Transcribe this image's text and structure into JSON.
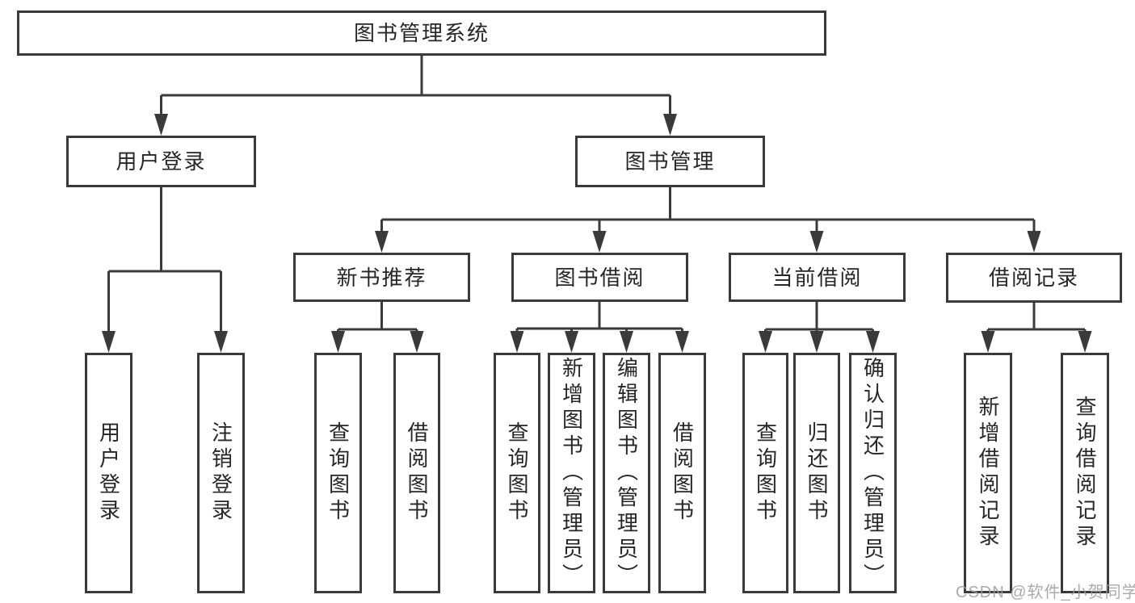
{
  "diagram": {
    "title": "图书管理系统",
    "watermark": "CSDN @软件_小贺同学"
  },
  "root": {
    "label": "图书管理系统"
  },
  "level2": {
    "user_login": {
      "label": "用户登录"
    },
    "book_mgmt": {
      "label": "图书管理"
    }
  },
  "user_login_children": {
    "login": {
      "label": "用户登录"
    },
    "logout": {
      "label": "注销登录"
    }
  },
  "book_mgmt_children": {
    "new_book_rec": {
      "label": "新书推荐"
    },
    "book_borrow": {
      "label": "图书借阅"
    },
    "current_borrow": {
      "label": "当前借阅"
    },
    "borrow_records": {
      "label": "借阅记录"
    }
  },
  "new_book_rec_children": {
    "query_books": {
      "label": "查询图书"
    },
    "borrow_books": {
      "label": "借阅图书"
    }
  },
  "book_borrow_children": {
    "query_books": {
      "label": "查询图书"
    },
    "add_books_admin": {
      "label": "新增图书（管理员）"
    },
    "edit_books_admin": {
      "label": "编辑图书（管理员）"
    },
    "borrow_books": {
      "label": "借阅图书"
    }
  },
  "current_borrow_children": {
    "query_books": {
      "label": "查询图书"
    },
    "return_books": {
      "label": "归还图书"
    },
    "confirm_return_admin": {
      "label": "确认归还（管理员）"
    }
  },
  "borrow_records_children": {
    "add_borrow_record": {
      "label": "新增借阅记录"
    },
    "query_borrow_record": {
      "label": "查询借阅记录"
    }
  },
  "colors": {
    "line": "#3a3a3a",
    "text": "#262626",
    "background": "#ffffff",
    "watermark": "#9c9c9c"
  }
}
